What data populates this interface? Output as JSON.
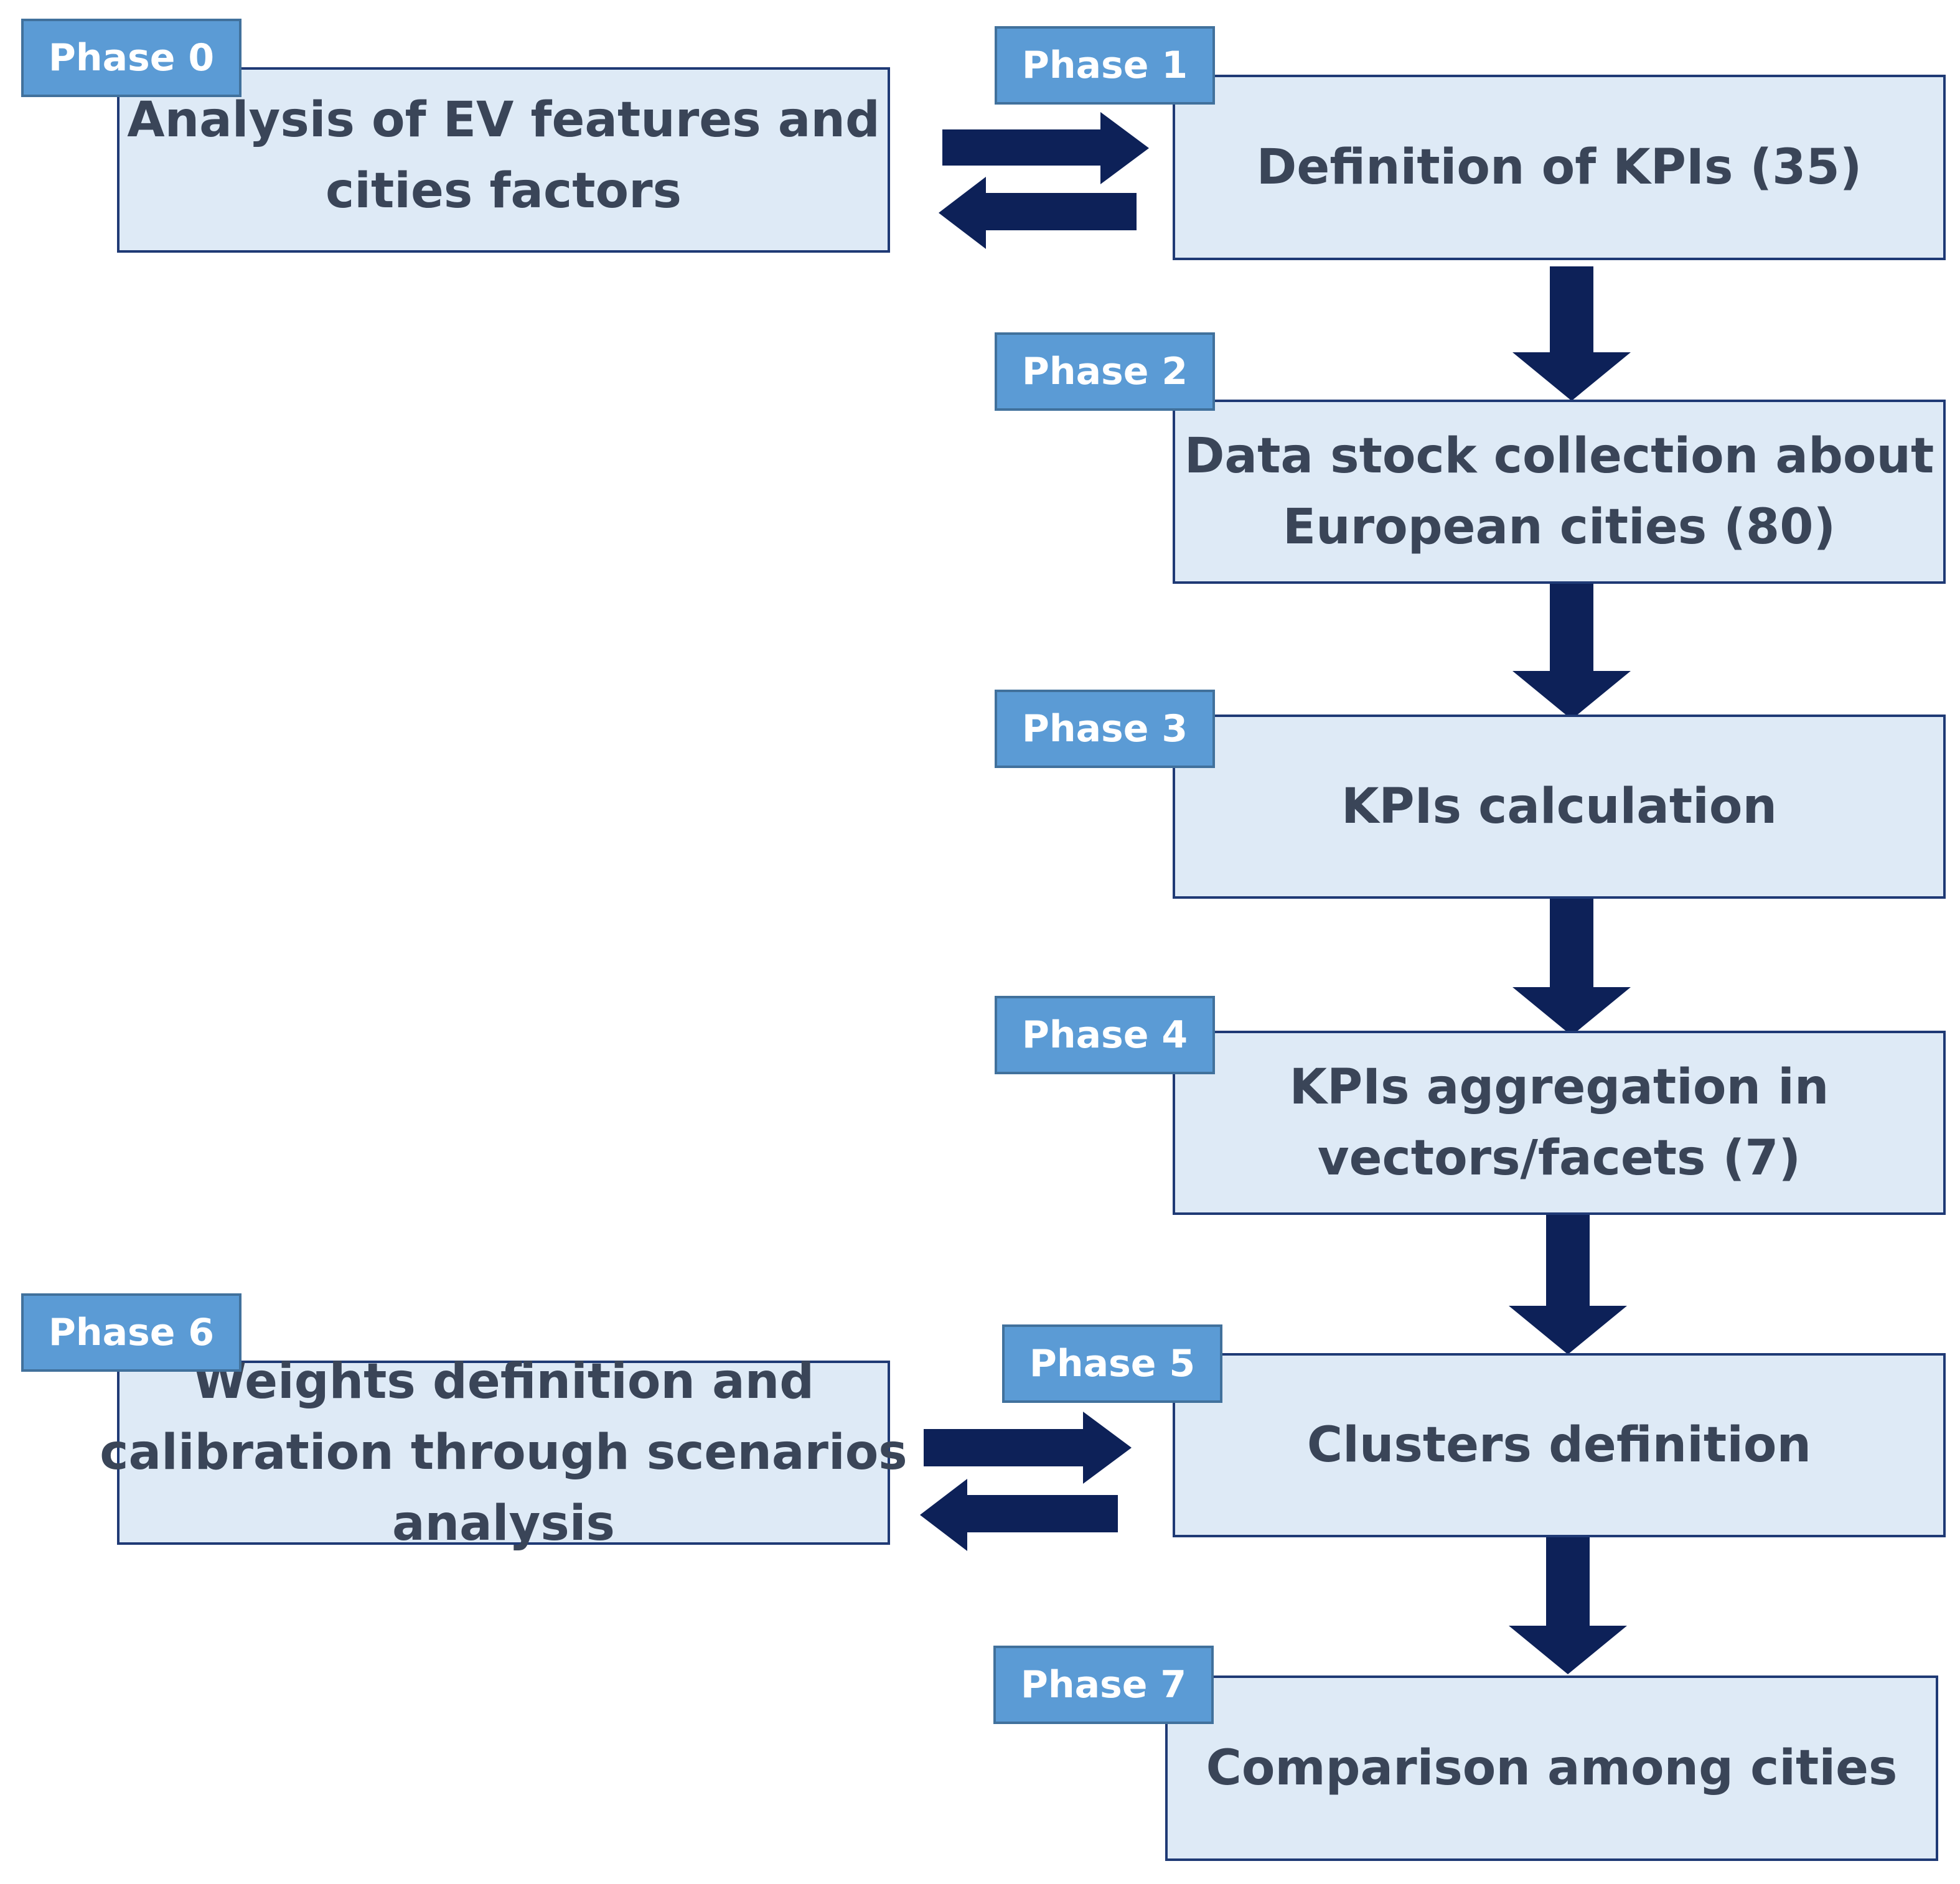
{
  "phases": [
    {
      "label": "Phase 0",
      "lines": [
        "Analysis of EV features and",
        "cities factors"
      ]
    },
    {
      "label": "Phase 1",
      "lines": [
        "Definition of KPIs (35)"
      ]
    },
    {
      "label": "Phase 2",
      "lines": [
        "Data stock collection about",
        "European cities (80)"
      ]
    },
    {
      "label": "Phase 3",
      "lines": [
        "KPIs calculation"
      ]
    },
    {
      "label": "Phase 4",
      "lines": [
        "KPIs aggregation in",
        "vectors/facets (7)"
      ]
    },
    {
      "label": "Phase 5",
      "lines": [
        "Clusters definition"
      ]
    },
    {
      "label": "Phase 6",
      "lines": [
        "Weights definition and",
        "calibration through scenarios",
        "analysis"
      ]
    },
    {
      "label": "Phase 7",
      "lines": [
        "Comparison among cities"
      ]
    }
  ],
  "colors": {
    "box_fill": "#deeaf6",
    "box_border": "#1f3a75",
    "tag_fill": "#5b9bd5",
    "tag_border": "#41719c",
    "arrow": "#0d2158",
    "text": "#3a4558"
  }
}
